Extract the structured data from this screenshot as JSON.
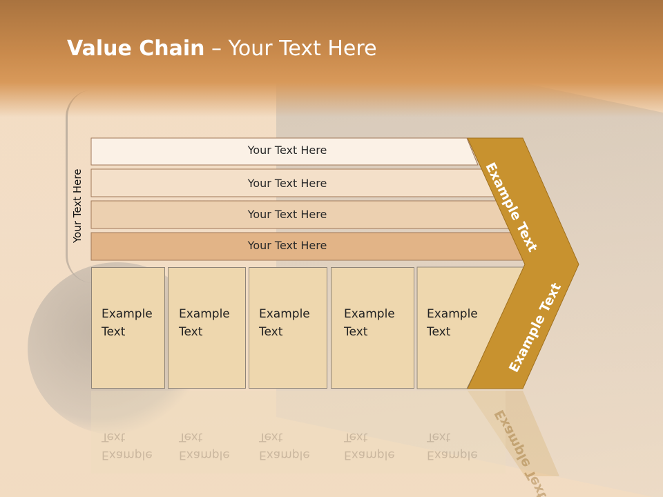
{
  "title": {
    "bold": "Value Chain",
    "rest": " – Your Text Here"
  },
  "vertical_label": "Your Text Here",
  "bars": [
    "Your Text Here",
    "Your Text Here",
    "Your Text Here",
    "Your Text Here"
  ],
  "boxes": [
    {
      "line1": "Example",
      "line2": "Text"
    },
    {
      "line1": "Example",
      "line2": "Text"
    },
    {
      "line1": "Example",
      "line2": "Text"
    },
    {
      "line1": "Example",
      "line2": "Text"
    },
    {
      "line1": "Example",
      "line2": "Text"
    }
  ],
  "chevron": {
    "upper": "Example Text",
    "lower": "Example Text"
  },
  "colors": {
    "header": "#c98a4c",
    "chevron": "#c8922f",
    "bar1": "#fbf1e6",
    "bar2": "#f4e0c9",
    "bar3": "#ecd0b0",
    "bar4": "#e2b487",
    "box": "#eed7ae"
  }
}
